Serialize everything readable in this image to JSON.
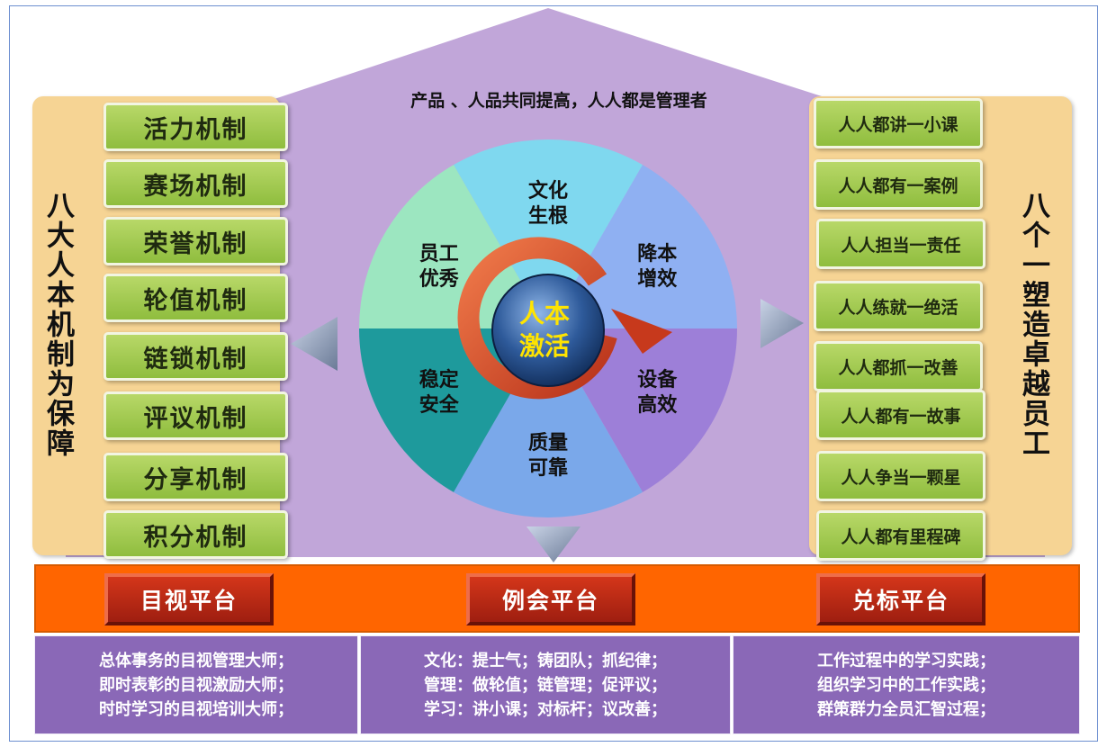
{
  "roof_title": "产品 、人品共同提高，人人都是管理者",
  "left_title": "八大人本机制为保障",
  "right_title": "八个一塑造卓越员工",
  "mechanisms": [
    "活力机制",
    "赛场机制",
    "荣誉机制",
    "轮值机制",
    "链锁机制",
    "评议机制",
    "分享机制",
    "积分机制"
  ],
  "habits": [
    "人人都讲一小课",
    "人人都有一案例",
    "人人担当一责任",
    "人人练就一绝活",
    "人人都抓一改善",
    "人人都有一故事",
    "人人争当一颗星",
    "人人都有里程碑"
  ],
  "wheel": {
    "segments": [
      {
        "line1": "文化",
        "line2": "生根",
        "color": "#7fd8ef"
      },
      {
        "line1": "降本",
        "line2": "增效",
        "color": "#8fb0f2"
      },
      {
        "line1": "设备",
        "line2": "高效",
        "color": "#9d7fd8"
      },
      {
        "line1": "质量",
        "line2": "可靠",
        "color": "#7aa8ea"
      },
      {
        "line1": "稳定",
        "line2": "安全",
        "color": "#1e9a9c"
      },
      {
        "line1": "员工",
        "line2": "优秀",
        "color": "#9ce6c0"
      }
    ],
    "core_line1": "人本",
    "core_line2": "激活"
  },
  "platforms": [
    "目视平台",
    "例会平台",
    "兑标平台"
  ],
  "descriptions": [
    [
      "总体事务的目视管理大师；",
      "即时表彰的目视激励大师；",
      "时时学习的目视培训大师；"
    ],
    [
      "文化：提士气；铸团队；抓纪律；",
      "管理：做轮值；链管理；促评议；",
      "学习：讲小课；对标杆；议改善；"
    ],
    [
      "工作过程中的学习实践；",
      "组织学习中的工作实践；",
      "群策群力全员汇智过程；"
    ]
  ],
  "colors": {
    "house": "#c1a6d9",
    "side_panel": "#f6d494",
    "box_green": "#a5cd52",
    "platform_bar": "#ff6500",
    "platform_button": "#b8281a",
    "description_bg": "#8a68b7"
  }
}
